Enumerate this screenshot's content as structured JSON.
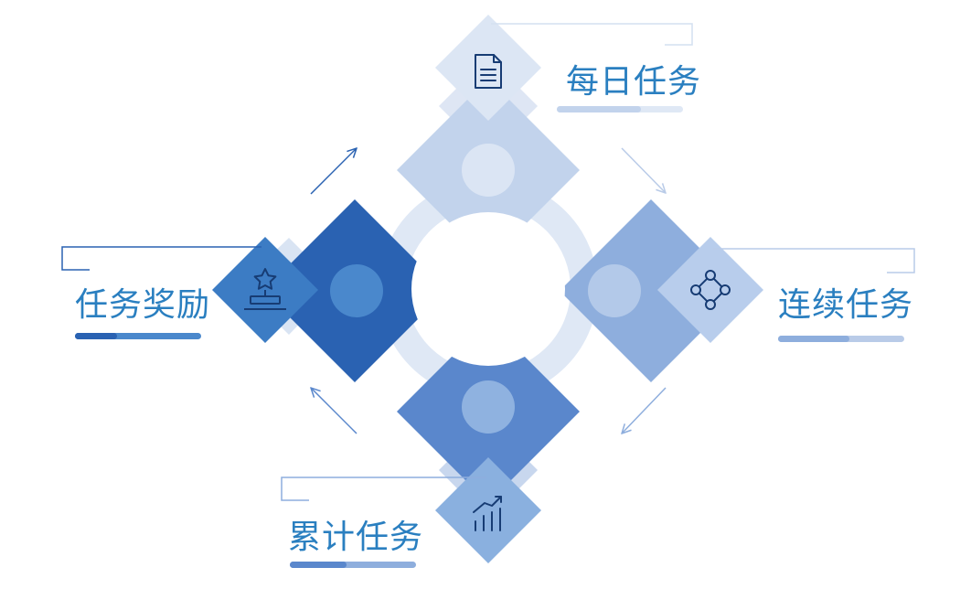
{
  "diagram": {
    "labels": {
      "daily": "每日任务",
      "continuous": "连续任务",
      "cumulative": "累计任务",
      "reward": "任务奖励"
    },
    "colors": {
      "daily": "#c2d3ec",
      "continuous": "#8eaedd",
      "cumulative": "#5a87cc",
      "reward": "#2a62b2",
      "ring": "#dfe8f5",
      "text": "#2a7fc0",
      "icon": "#173c74"
    },
    "icons": [
      "document-icon",
      "network-icon",
      "growth-chart-icon",
      "star-award-icon"
    ],
    "flow_direction": "clockwise"
  }
}
